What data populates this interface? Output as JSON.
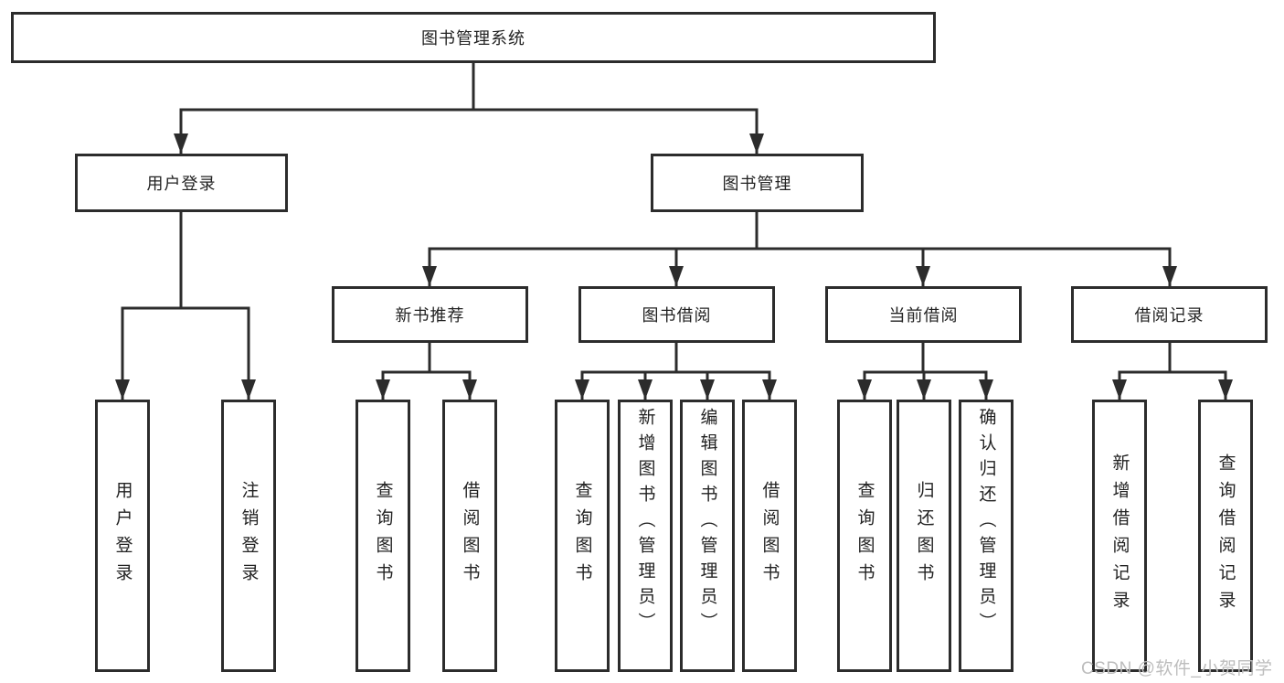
{
  "tree": {
    "label": "图书管理系统",
    "children": [
      {
        "label": "用户登录",
        "children": [
          {
            "label": "用户登录"
          },
          {
            "label": "注销登录"
          }
        ]
      },
      {
        "label": "图书管理",
        "children": [
          {
            "label": "新书推荐",
            "children": [
              {
                "label": "查询图书"
              },
              {
                "label": "借阅图书"
              }
            ]
          },
          {
            "label": "图书借阅",
            "children": [
              {
                "label": "查询图书"
              },
              {
                "label": "新增图书（管理员）"
              },
              {
                "label": "编辑图书（管理员）"
              },
              {
                "label": "借阅图书"
              }
            ]
          },
          {
            "label": "当前借阅",
            "children": [
              {
                "label": "查询图书"
              },
              {
                "label": "归还图书"
              },
              {
                "label": "确认归还（管理员）"
              }
            ]
          },
          {
            "label": "借阅记录",
            "children": [
              {
                "label": "新增借阅记录"
              },
              {
                "label": "查询借阅记录"
              }
            ]
          }
        ]
      }
    ]
  },
  "watermark": "CSDN @软件_小贺同学",
  "colors": {
    "line": "#2c2c2c",
    "text": "#222222",
    "box_background": "#ffffff",
    "watermark": "#bdbdbd"
  }
}
